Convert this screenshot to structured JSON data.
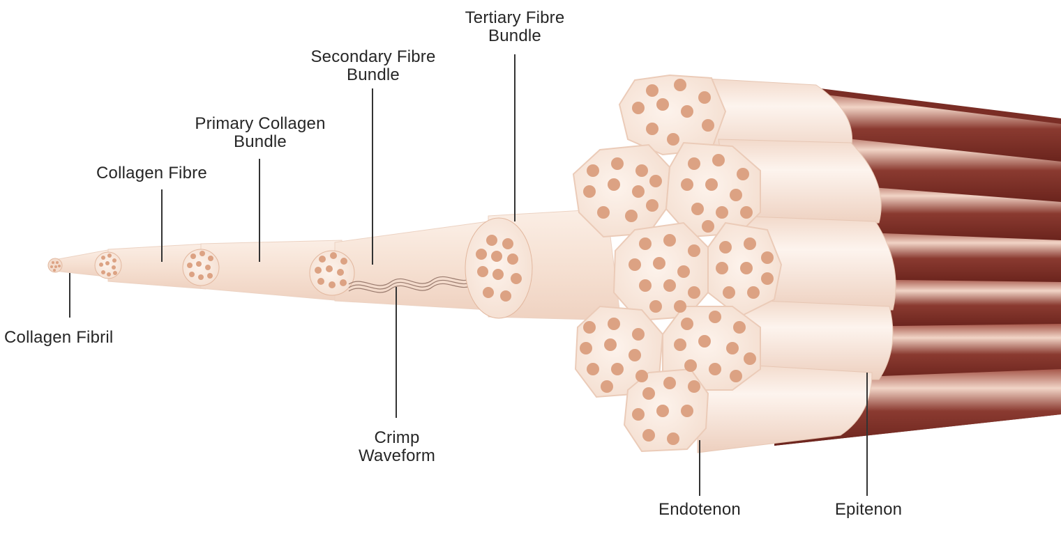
{
  "labels": {
    "collagen_fibril": "Collagen Fibril",
    "collagen_fibre": "Collagen Fibre",
    "primary_bundle": [
      "Primary Collagen",
      "Bundle"
    ],
    "secondary_bundle": [
      "Secondary Fibre",
      "Bundle"
    ],
    "tertiary_bundle": [
      "Tertiary Fibre",
      "Bundle"
    ],
    "crimp_waveform": [
      "Crimp",
      "Waveform"
    ],
    "endotenon": "Endotenon",
    "epitenon": "Epitenon"
  },
  "colors": {
    "label": "#262626",
    "leader_line": "#333333",
    "fibre_body": "#f7e6da",
    "fibre_face": "#fbeee4",
    "fibril_dot": "#dca283",
    "epitenon_dark": "#7a2d25",
    "epitenon_light": "#c98a72"
  }
}
